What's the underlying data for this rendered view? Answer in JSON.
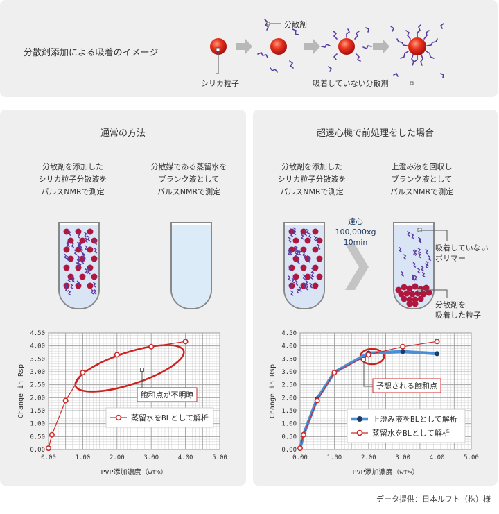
{
  "top": {
    "title": "分散剤添加による吸着のイメージ",
    "label_dispersant": "分散剤",
    "label_particle": "シリカ粒子",
    "label_unadsorbed": "吸着していない分散剤"
  },
  "left": {
    "title": "通常の方法",
    "tube1_caption": [
      "分散剤を添加した",
      "シリカ粒子分散液を",
      "パルスNMRで測定"
    ],
    "tube2_caption": [
      "分散媒である蒸留水を",
      "ブランク液として",
      "パルスNMRで測定"
    ],
    "callout": "飽和点が不明瞭",
    "legend": [
      "蒸留水をBLとして解析"
    ]
  },
  "right": {
    "title": "超遠心機で前処理をした場合",
    "tube1_caption": [
      "分散剤を添加した",
      "シリカ粒子分散液を",
      "パルスNMRで測定"
    ],
    "tube2_caption": [
      "上澄み液を回収し",
      "ブランク液として",
      "パルスNMRで測定"
    ],
    "arrow_text": [
      "遠心",
      "100,000xg",
      "10min"
    ],
    "label_polymer": [
      "吸着していない",
      "ポリマー"
    ],
    "label_adsorbed": [
      "分散剤を",
      "吸着した粒子"
    ],
    "callout": "予想される飽和点",
    "legend": [
      "上澄み液をBLとして解析",
      "蒸留水をBLとして解析"
    ]
  },
  "footer": "データ提供：日本ルフト（株）様",
  "colors": {
    "red": "#cc2a2a",
    "navy": "#1d3a63",
    "blue": "#4a8fd6",
    "particle": "#c8102e",
    "polymer": "#5a3ba0"
  },
  "chart_data": [
    {
      "type": "line",
      "xlabel": "PVP添加濃度（wt%）",
      "ylabel": "Change in Rsp",
      "xlim": [
        0,
        5
      ],
      "ylim": [
        0,
        4.5
      ],
      "xticks": [
        "0.00",
        "1.00",
        "2.00",
        "3.00",
        "4.00",
        "5.00"
      ],
      "yticks": [
        "0.00",
        "0.50",
        "1.00",
        "1.50",
        "2.00",
        "2.50",
        "3.00",
        "3.50",
        "4.00",
        "4.50"
      ],
      "grid": true,
      "legend_position": "bottom-right",
      "series": [
        {
          "name": "蒸留水をBLとして解析",
          "color": "#cc2a2a",
          "x": [
            0,
            0.1,
            0.5,
            1.0,
            2.0,
            3.0,
            4.0
          ],
          "y": [
            0.05,
            0.57,
            1.89,
            2.97,
            3.66,
            3.97,
            4.17
          ]
        }
      ]
    },
    {
      "type": "line",
      "xlabel": "PVP添加濃度（wt%）",
      "ylabel": "Change in Rsp",
      "xlim": [
        0,
        5
      ],
      "ylim": [
        0,
        4.5
      ],
      "xticks": [
        "0.00",
        "1.00",
        "2.00",
        "3.00",
        "4.00",
        "5.00"
      ],
      "yticks": [
        "0.00",
        "0.50",
        "1.00",
        "1.50",
        "2.00",
        "2.50",
        "3.00",
        "3.50",
        "4.00",
        "4.50"
      ],
      "grid": true,
      "legend_position": "bottom-right",
      "series": [
        {
          "name": "上澄み液をBLとして解析",
          "color": "#1d3a63",
          "x": [
            0,
            0.1,
            0.5,
            1.0,
            2.0,
            3.0,
            4.0
          ],
          "y": [
            0.05,
            0.57,
            1.96,
            2.98,
            3.72,
            3.78,
            3.7
          ]
        },
        {
          "name": "蒸留水をBLとして解析",
          "color": "#cc2a2a",
          "x": [
            0,
            0.1,
            0.5,
            1.0,
            2.0,
            3.0,
            4.0
          ],
          "y": [
            0.05,
            0.57,
            1.89,
            2.97,
            3.66,
            3.97,
            4.17
          ]
        }
      ]
    }
  ]
}
